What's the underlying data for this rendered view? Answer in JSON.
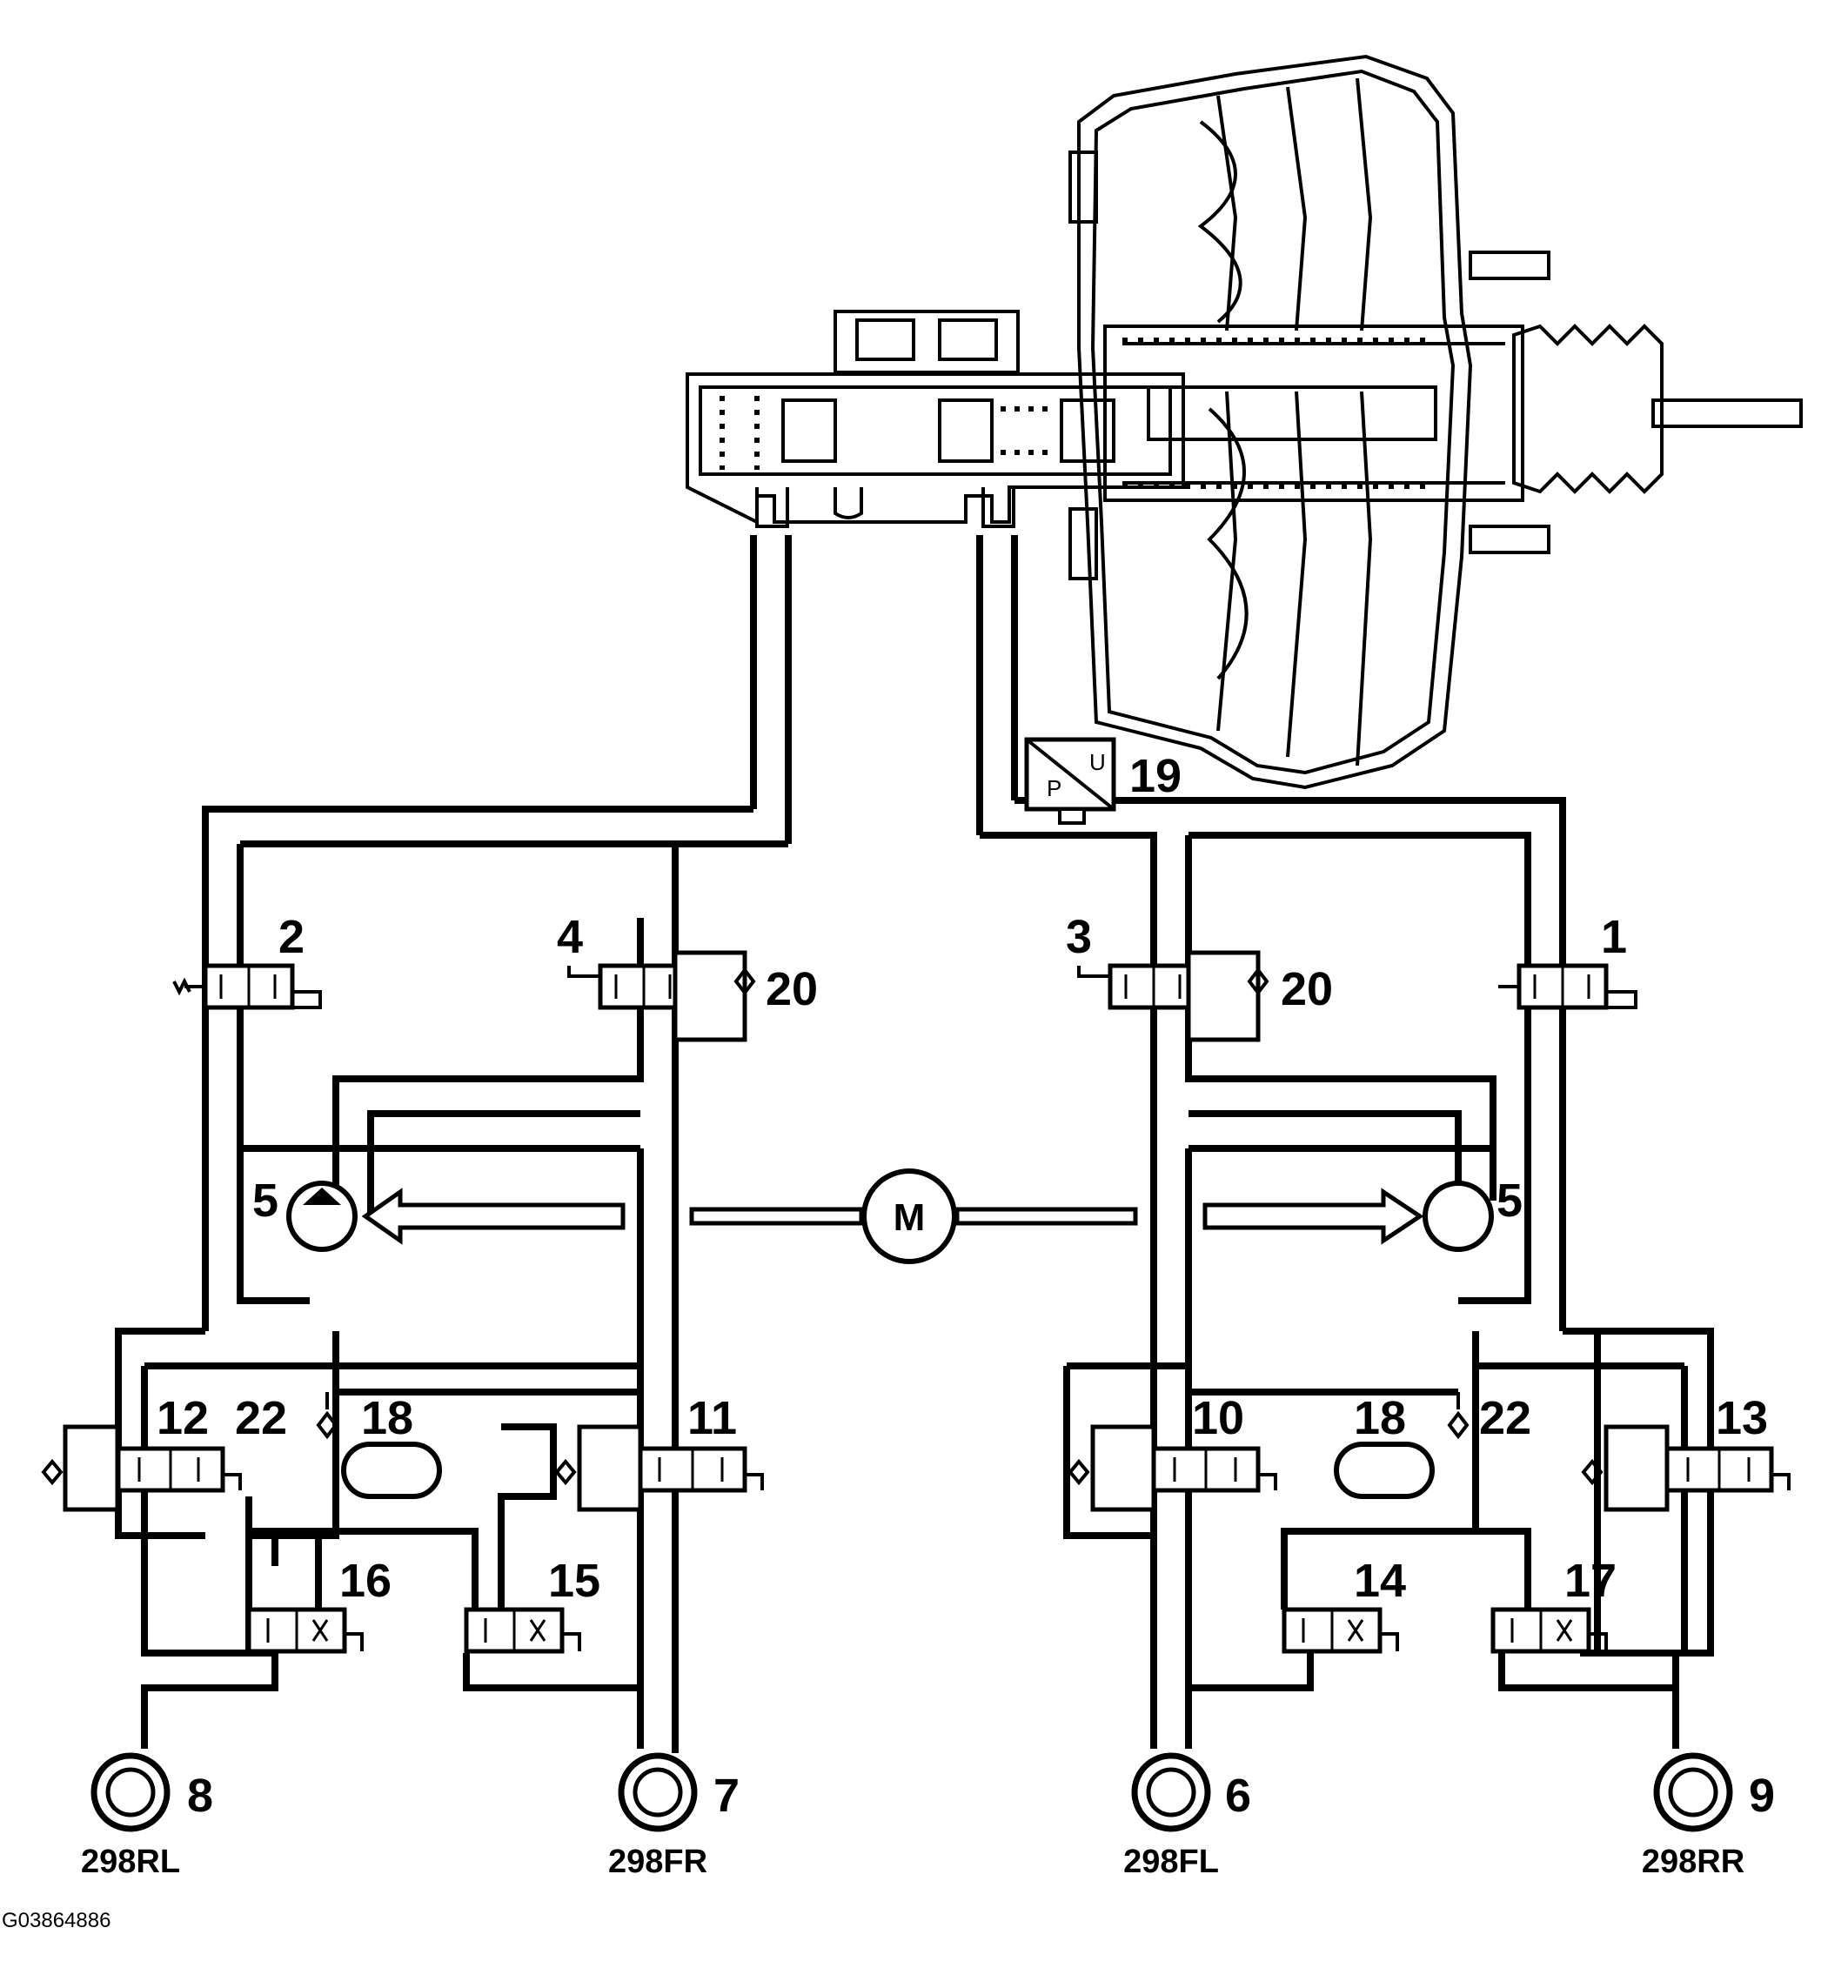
{
  "component_numbers": {
    "n1": "1",
    "n2": "2",
    "n3": "3",
    "n4": "4",
    "n5_left": "5",
    "n5_right": "5",
    "n6": "6",
    "n7": "7",
    "n8": "8",
    "n9": "9",
    "n10": "10",
    "n11": "11",
    "n12": "12",
    "n13": "13",
    "n14": "14",
    "n15": "15",
    "n16": "16",
    "n17": "17",
    "n18_left": "18",
    "n18_right": "18",
    "n19": "19",
    "n20_left": "20",
    "n20_right": "20",
    "n22_left": "22",
    "n22_right": "22"
  },
  "wheel_labels": {
    "rl": "298RL",
    "fr": "298FR",
    "fl": "298FL",
    "rr": "298RR"
  },
  "sensor": {
    "p": "P",
    "u": "U"
  },
  "motor": {
    "label": "M"
  },
  "figure_id": "G03864886",
  "icons": {
    "motor": "motor-icon",
    "pump": "pump-icon",
    "brake": "brake-caliper-icon",
    "sensor": "pressure-sensor-icon",
    "booster": "brake-booster-icon"
  }
}
